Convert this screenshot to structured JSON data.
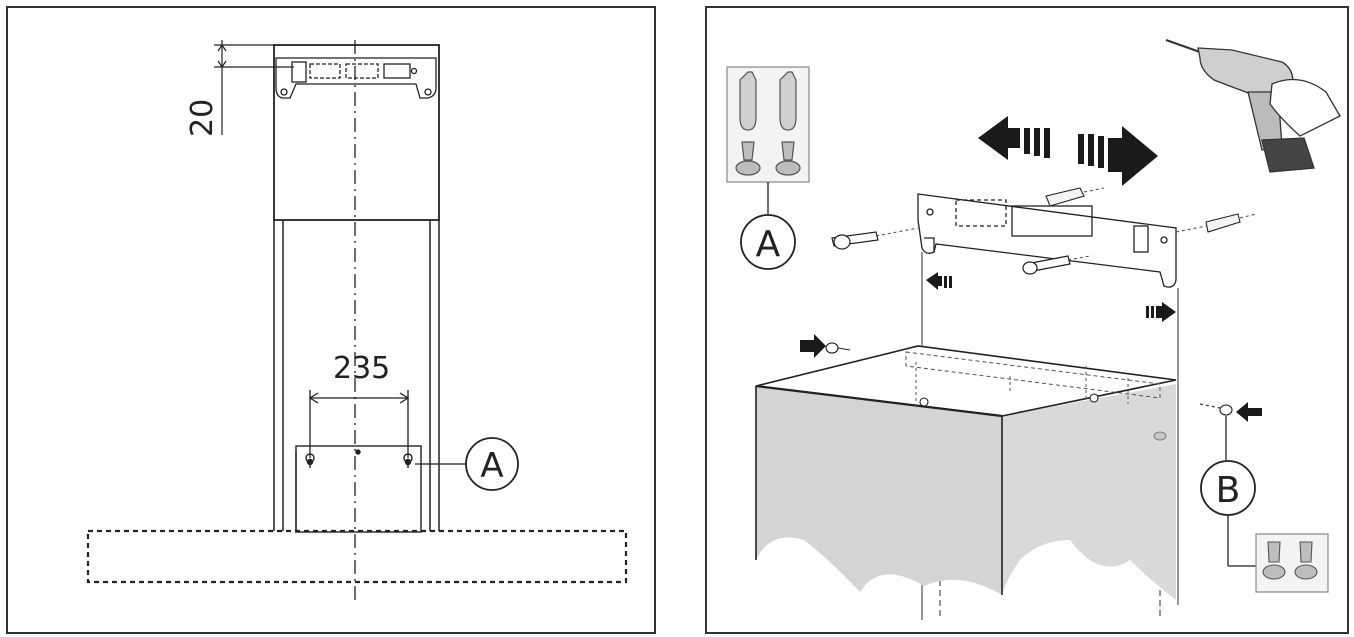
{
  "left_panel": {
    "dim_vertical": "20",
    "dim_horizontal": "235",
    "callout": "A"
  },
  "right_panel": {
    "callout_a": "A",
    "callout_b": "B"
  },
  "colors": {
    "line": "#222222",
    "wall_fill": "#d4d4d4",
    "frame": "#333333"
  }
}
